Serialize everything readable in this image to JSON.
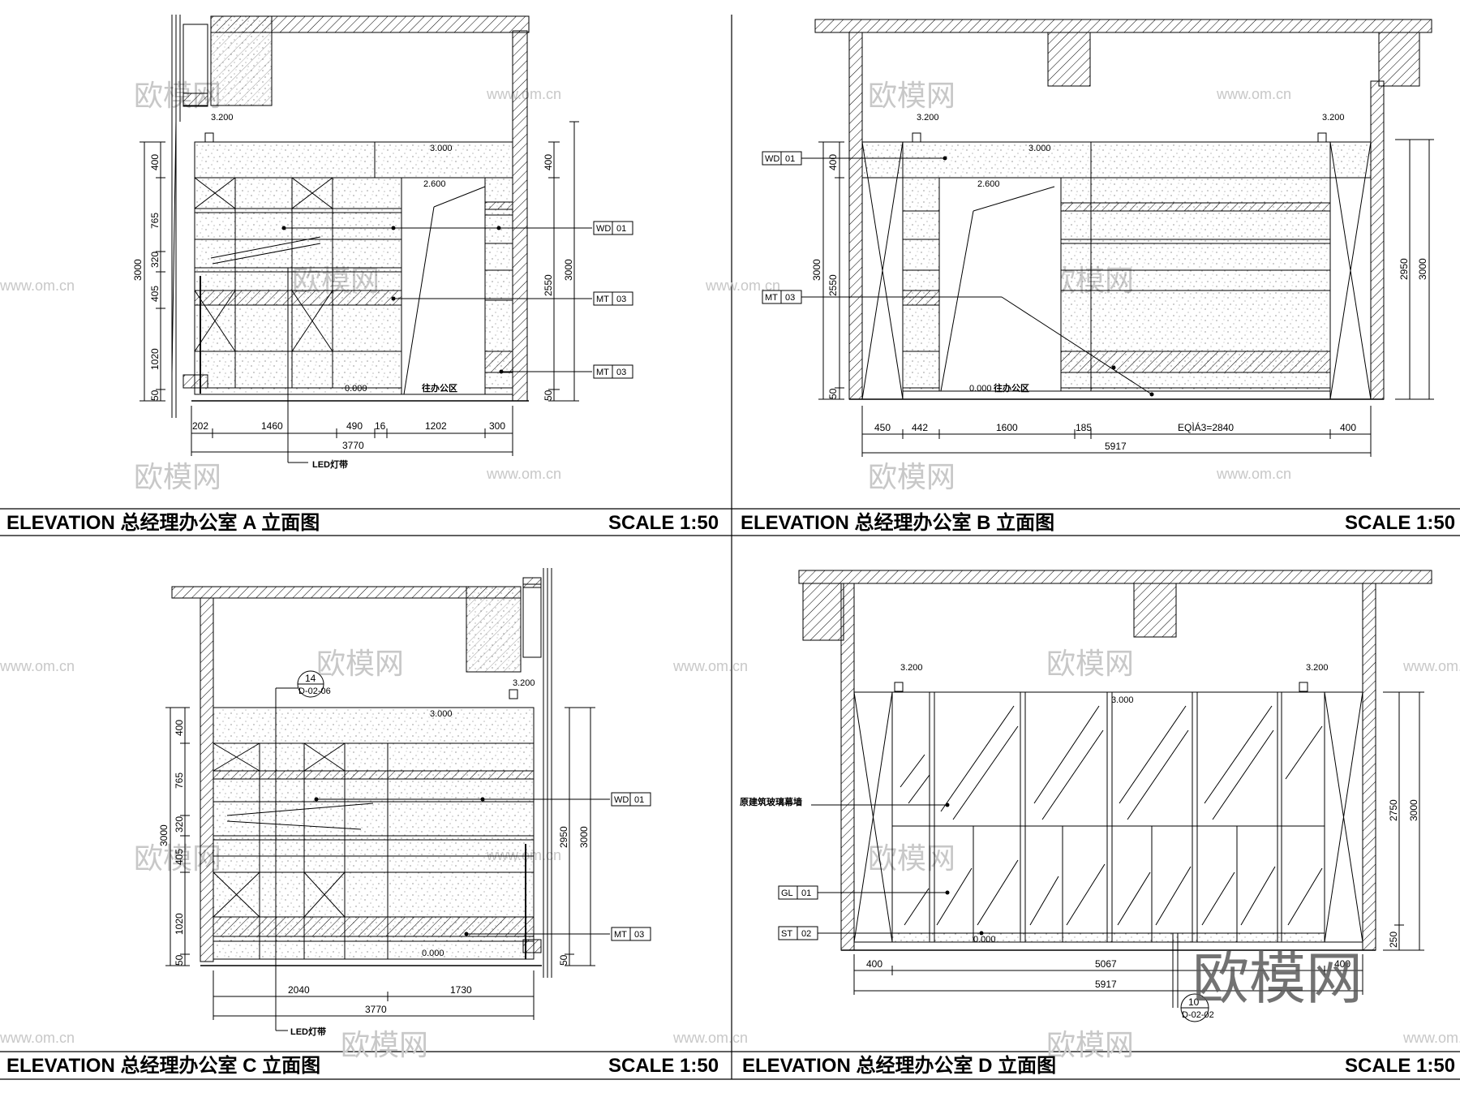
{
  "panels": {
    "a": {
      "title": "ELEVATION   总经理办公室 A 立面图",
      "scale": "SCALE 1:50",
      "levels": {
        "l3200": "3.200",
        "l3000": "3.000",
        "l2600": "2.600",
        "l0000": "0.000"
      },
      "vdims_left": [
        "400",
        "765",
        "320",
        "405",
        "1020",
        "50"
      ],
      "vdim_total_left": "3000",
      "vdims_right": [
        "400",
        "2550",
        "50"
      ],
      "vdim_total_right": "3000",
      "hdims": [
        "202",
        "1460",
        "490",
        "16",
        "1202",
        "300"
      ],
      "hdim_total": "3770",
      "tags": [
        {
          "code": "WD",
          "num": "01"
        },
        {
          "code": "MT",
          "num": "03"
        },
        {
          "code": "MT",
          "num": "03"
        }
      ],
      "notes": {
        "led": "LED灯带",
        "route": "往办公区"
      }
    },
    "b": {
      "title": "ELEVATION 总经理办公室 B 立面图",
      "scale": "SCALE 1:50",
      "levels": {
        "l3200a": "3.200",
        "l3200b": "3.200",
        "l3000": "3.000",
        "l2600": "2.600",
        "l0000": "0.000"
      },
      "vdims_left": [
        "400",
        "2550",
        "50"
      ],
      "vdim_total_left": "3000",
      "vdims_right": [
        "2950"
      ],
      "vdim_total_right": "3000",
      "hdims": [
        "450",
        "442",
        "1600",
        "185",
        "EQÌÁ3=2840",
        "400"
      ],
      "hdim_total": "5917",
      "tags": [
        {
          "code": "WD",
          "num": "01"
        },
        {
          "code": "MT",
          "num": "03"
        }
      ],
      "notes": {
        "route": "往办公区"
      }
    },
    "c": {
      "title": "ELEVATION 总经理办公室 C 立面图",
      "scale": "SCALE 1:50",
      "levels": {
        "l3200": "3.200",
        "l3000": "3.000",
        "l0000": "0.000"
      },
      "vdims_left": [
        "400",
        "765",
        "320",
        "405",
        "1020",
        "50"
      ],
      "vdim_total_left": "3000",
      "vdims_right": [
        "2950",
        "50"
      ],
      "vdim_total_right": "3000",
      "hdims": [
        "2040",
        "1730"
      ],
      "hdim_total": "3770",
      "tags": [
        {
          "code": "WD",
          "num": "01"
        },
        {
          "code": "MT",
          "num": "03"
        }
      ],
      "detail": {
        "num": "14",
        "ref": "D-02-06"
      },
      "notes": {
        "led": "LED灯带"
      }
    },
    "d": {
      "title": "ELEVATION 总经理办公室 D 立面图",
      "scale": "SCALE 1:50",
      "levels": {
        "l3200a": "3.200",
        "l3200b": "3.200",
        "l3000": "3.000",
        "l0000": "0.000"
      },
      "vdims_right": [
        "2750",
        "250"
      ],
      "vdim_total_right": "3000",
      "hdims": [
        "400",
        "5067",
        "400"
      ],
      "hdim_total": "5917",
      "tags": [
        {
          "code": "GL",
          "num": "01"
        },
        {
          "code": "ST",
          "num": "02"
        }
      ],
      "detail": {
        "num": "10",
        "ref": "D-02-02"
      },
      "notes": {
        "curtain": "原建筑玻璃幕墙"
      }
    }
  },
  "watermark": {
    "cn": "欧模网",
    "url": "www.om.cn",
    "logo": "欧模网"
  }
}
